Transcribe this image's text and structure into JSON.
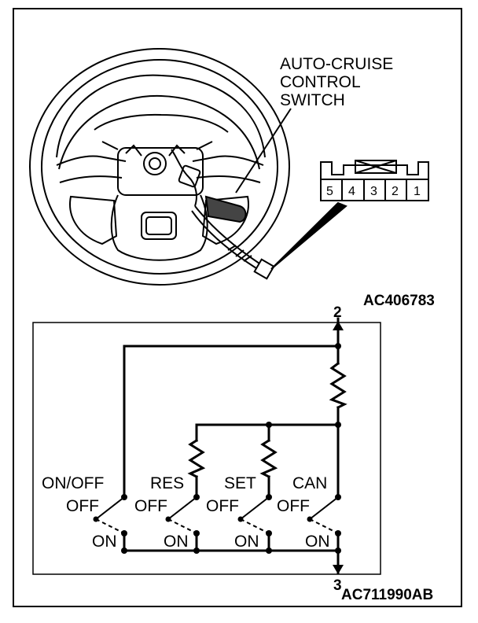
{
  "illustration": {
    "callout_line1": "AUTO-CRUISE",
    "callout_line2": "CONTROL",
    "callout_line3": "SWITCH",
    "connector_pins": [
      "5",
      "4",
      "3",
      "2",
      "1"
    ],
    "figure_code": "AC406783"
  },
  "schematic": {
    "terminal_top": "2",
    "terminal_bottom": "3",
    "switches": [
      {
        "name": "ON/OFF",
        "off": "OFF",
        "on": "ON"
      },
      {
        "name": "RES",
        "off": "OFF",
        "on": "ON"
      },
      {
        "name": "SET",
        "off": "OFF",
        "on": "ON"
      },
      {
        "name": "CAN",
        "off": "OFF",
        "on": "ON"
      }
    ],
    "figure_code": "AC711990AB"
  }
}
